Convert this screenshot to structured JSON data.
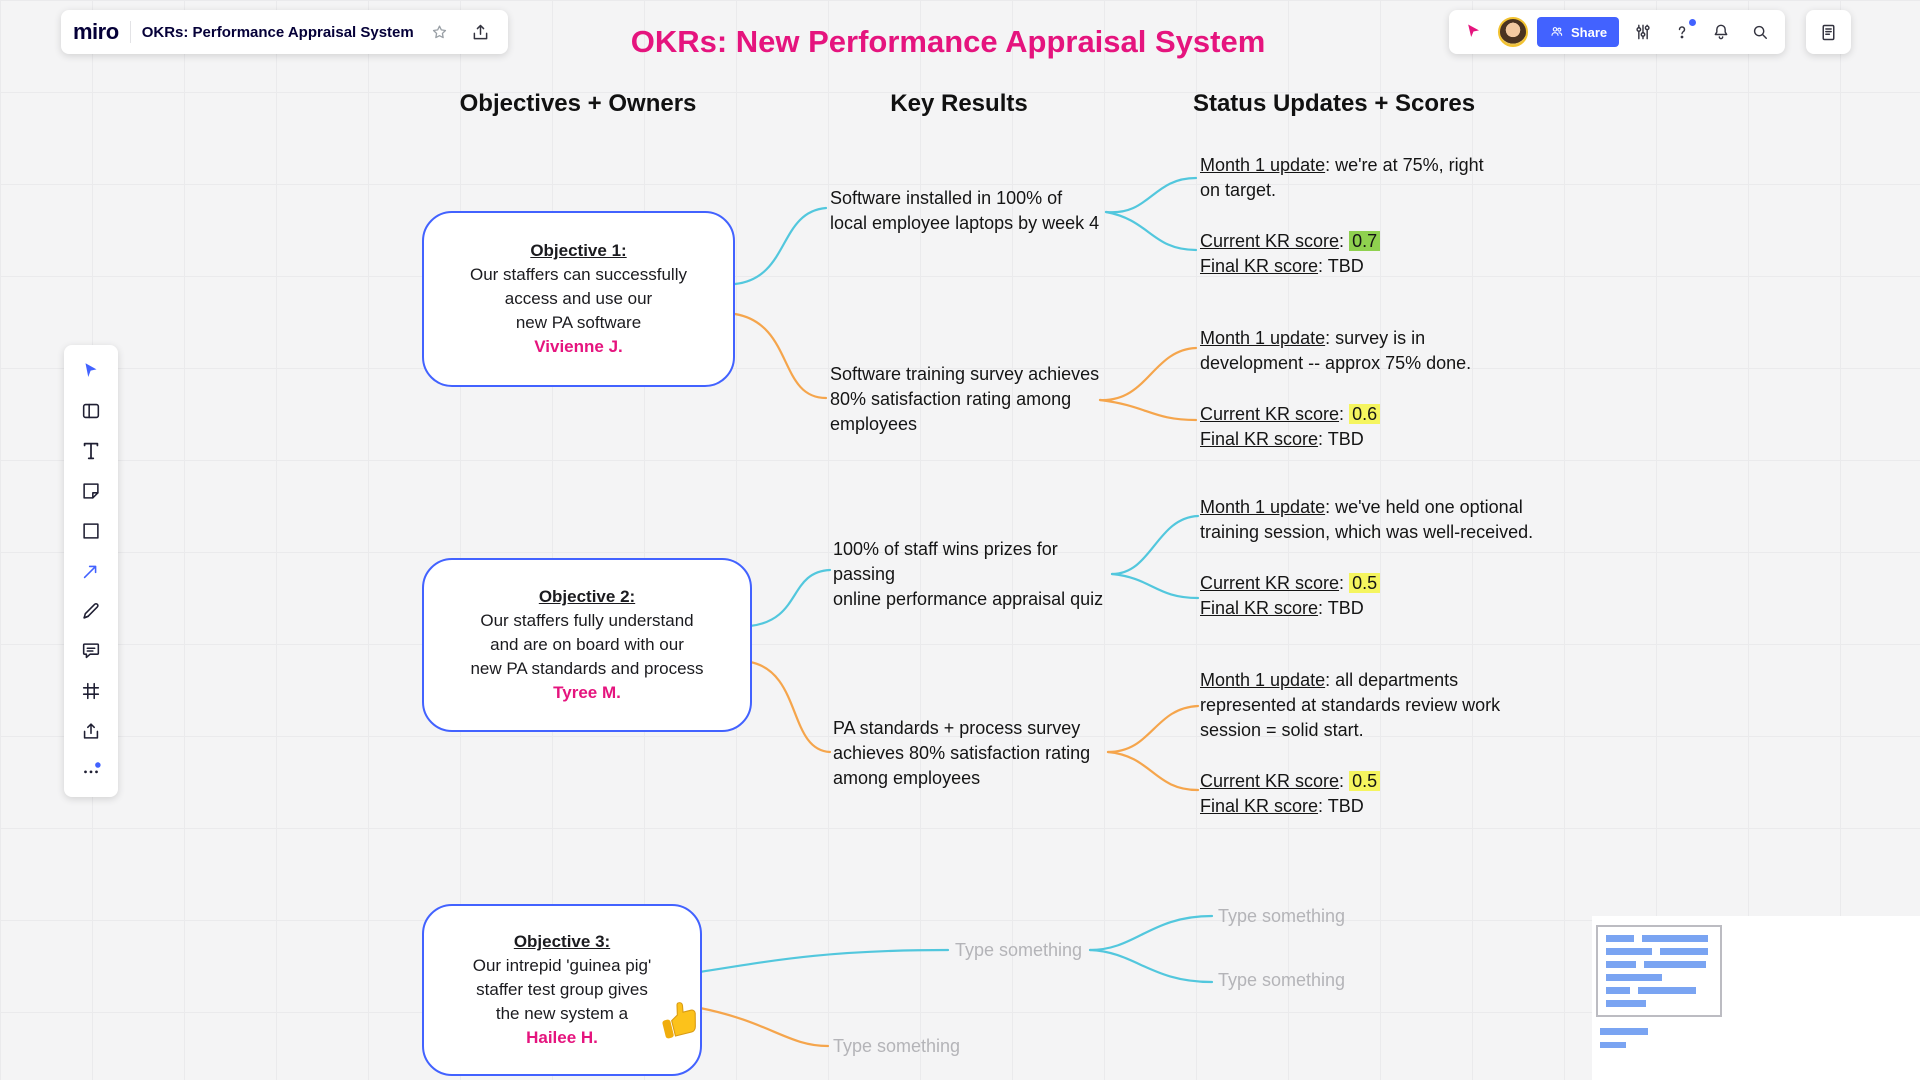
{
  "colors": {
    "pink": "#e5147e",
    "miro_blue": "#4262ff",
    "connector_teal": "#52c7dd",
    "connector_orange": "#f5a54c",
    "highlight_green": "#8fd14f",
    "highlight_yellow": "#f5f55f"
  },
  "topbar": {
    "logo": "miro",
    "board_title": "OKRs: Performance Appraisal System",
    "share_label": "Share",
    "icons": [
      "star-icon",
      "export-icon",
      "collaborator-cursor-icon",
      "avatar",
      "settings-sliders-icon",
      "help-icon",
      "notifications-bell-icon",
      "search-icon",
      "notes-icon"
    ]
  },
  "toolbar": {
    "tools": [
      "select",
      "templates",
      "text",
      "sticky-note",
      "shape",
      "arrow",
      "pen",
      "comment",
      "frame",
      "upload",
      "more"
    ]
  },
  "canvas": {
    "title": "OKRs: New Performance Appraisal System",
    "columns": {
      "objectives": "Objectives + Owners",
      "key_results": "Key Results",
      "status": "Status Updates + Scores"
    },
    "placeholder": "Type something",
    "score_sep": ": ",
    "objectives": [
      {
        "heading": "Objective 1:",
        "body": "Our staffers can successfully\naccess and use our\nnew PA software",
        "owner": "Vivienne J."
      },
      {
        "heading": "Objective 2:",
        "body": "Our staffers fully understand\nand are on board with our\nnew PA standards and process",
        "owner": "Tyree M."
      },
      {
        "heading": "Objective 3:",
        "body": "Our intrepid 'guinea pig'\nstaffer test group gives\nthe new system a",
        "owner": "Hailee H."
      }
    ],
    "key_results": [
      {
        "text": "Software installed in 100% of\nlocal employee laptops by week 4"
      },
      {
        "text": "Software training survey achieves\n80% satisfaction rating among\nemployees"
      },
      {
        "text": "100% of staff wins prizes for\npassing\nonline performance appraisal quiz"
      },
      {
        "text": "PA standards + process survey\nachieves 80% satisfaction rating\namong employees"
      }
    ],
    "status_updates": [
      {
        "update_label": "Month 1 update",
        "update_rest": ": we're at 75%, right\non target.",
        "current_label": "Current KR score",
        "current_value": "0.7",
        "final_label": "Final KR score",
        "final_rest": ": TBD"
      },
      {
        "update_label": "Month 1 update",
        "update_rest": ": survey is in\ndevelopment -- approx 75% done.",
        "current_label": "Current KR score",
        "current_value": "0.6",
        "final_label": "Final KR score",
        "final_rest": ": TBD"
      },
      {
        "update_label": "Month 1 update",
        "update_rest": ": we've held one optional\ntraining session, which was well-received.",
        "current_label": "Current KR score",
        "current_value": "0.5",
        "final_label": "Final KR score",
        "final_rest": ": TBD"
      },
      {
        "update_label": "Month 1 update",
        "update_rest": ": all departments\nrepresented at standards review work\nsession = solid start.",
        "current_label": "Current KR score",
        "current_value": "0.5",
        "final_label": "Final KR score",
        "final_rest": ": TBD"
      }
    ]
  }
}
